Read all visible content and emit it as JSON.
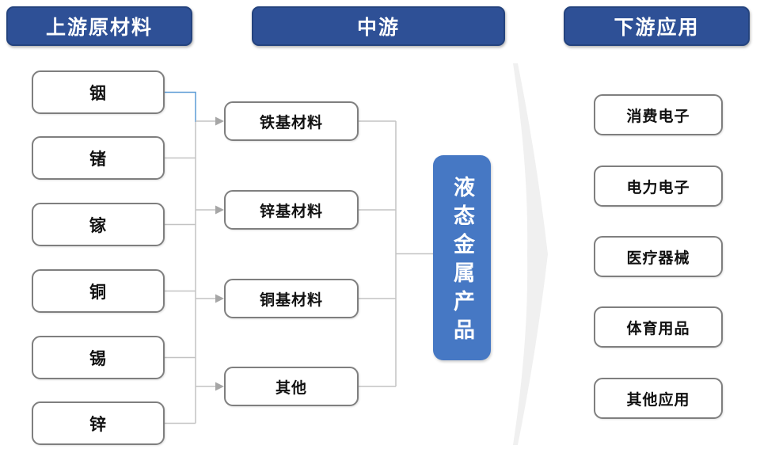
{
  "headers": {
    "upstream": "上游原材料",
    "midstream": "中游",
    "downstream": "下游应用"
  },
  "upstream": {
    "items": [
      "铟",
      "锗",
      "镓",
      "铜",
      "锡",
      "锌"
    ]
  },
  "midstream": {
    "items": [
      "铁基材料",
      "锌基材料",
      "铜基材料",
      "其他"
    ],
    "product": "液态金属产品"
  },
  "downstream": {
    "items": [
      "消费电子",
      "电力电子",
      "医疗器械",
      "体育用品",
      "其他应用"
    ]
  },
  "colors": {
    "header_blue": "#2e5096",
    "product_blue": "#4678c4",
    "connector_gray": "#c3c3c3",
    "connector_blue": "#5b9bd5",
    "arrowhead_gray": "#a6a6a6",
    "faint_arrow": "#f0f0f0",
    "box_border": "#7f7f7f"
  }
}
